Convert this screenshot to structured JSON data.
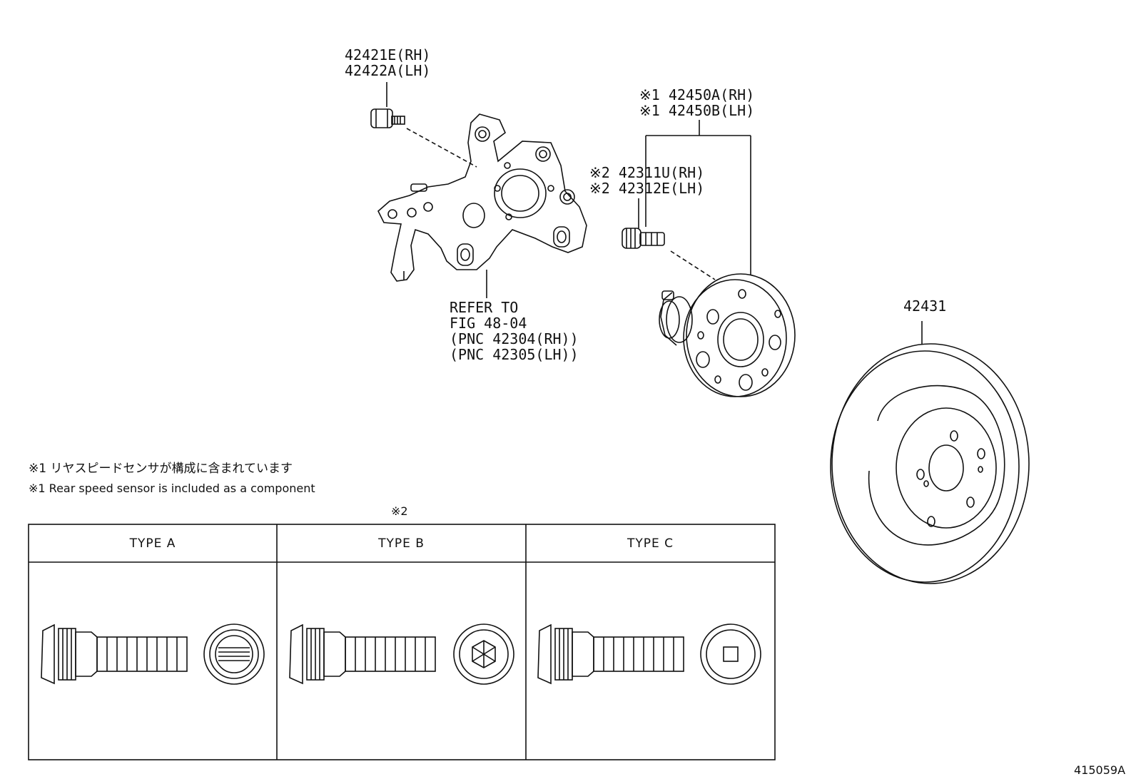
{
  "labels": {
    "knuckle_bolt_rh": "42421E(RH)",
    "knuckle_bolt_lh": "42422A(LH)",
    "hub_rh": "※1 42450A(RH)",
    "hub_lh": "※1 42450B(LH)",
    "stud_rh": "※2 42311U(RH)",
    "stud_lh": "※2 42312E(LH)",
    "refer_1": "REFER TO",
    "refer_2": "FIG 48-04",
    "refer_3": "(PNC 42304(RH))",
    "refer_4": "(PNC 42305(LH))",
    "disc": "42431"
  },
  "notes": {
    "jp": "※1 リヤスピードセンサが構成に含まれています",
    "en": "※1 Rear speed sensor is included as a component",
    "table_mark": "※2"
  },
  "types": {
    "a": "TYPE A",
    "b": "TYPE B",
    "c": "TYPE C"
  },
  "figure_id": "415059A"
}
